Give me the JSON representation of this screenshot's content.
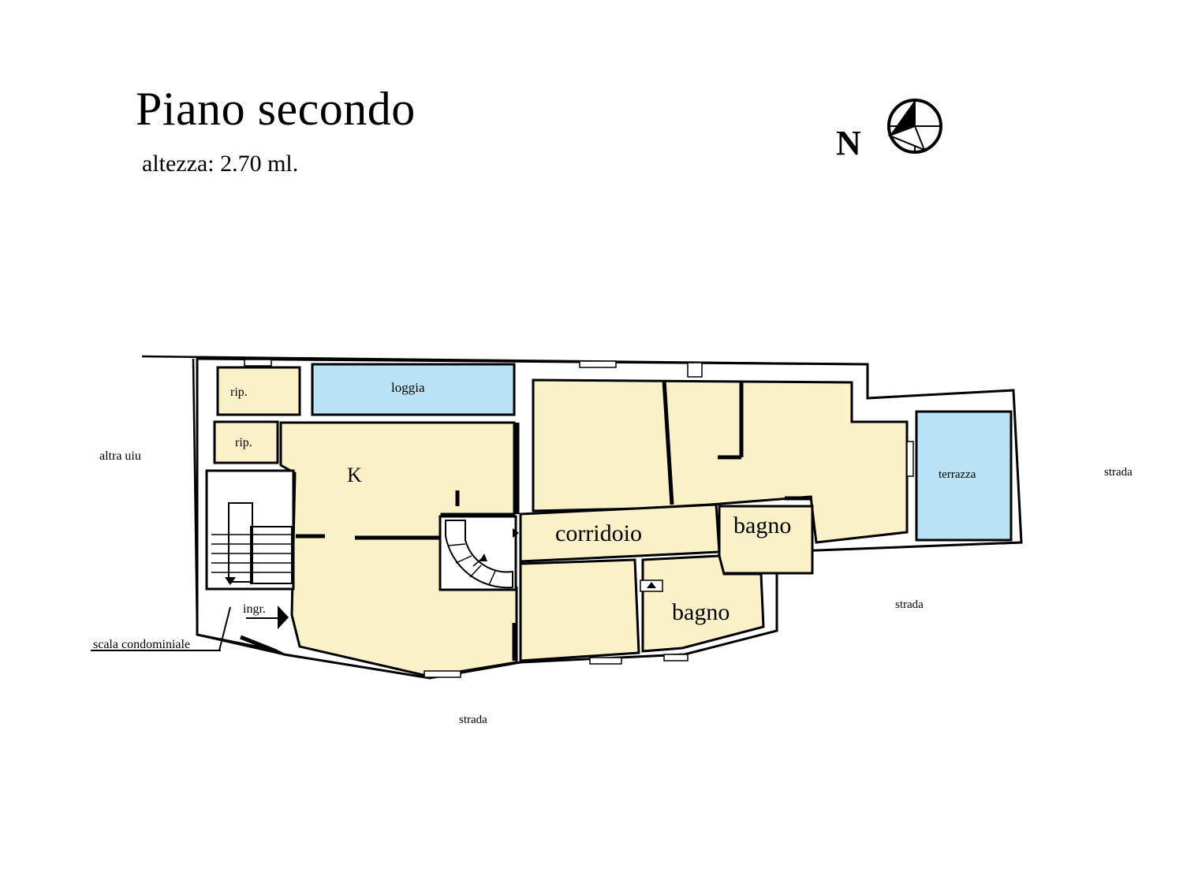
{
  "header": {
    "title": "Piano secondo",
    "subtitle": "altezza: 2.70 ml."
  },
  "compass": {
    "letter": "N",
    "icon": "north-arrow-icon"
  },
  "rooms": {
    "rip1": "rip.",
    "rip2": "rip.",
    "loggia": "loggia",
    "kitchen": "K",
    "corridoio": "corridoio",
    "bagno1": "bagno",
    "bagno2": "bagno",
    "terrazza": "terrazza",
    "ingresso": "ingr."
  },
  "surroundings": {
    "altra_uiu": "altra uiu",
    "strada_east": "strada",
    "strada_mid": "strada",
    "strada_south": "strada",
    "scala": "scala condominiale"
  },
  "colors": {
    "room_fill": "#faf1c8",
    "outdoor_fill": "#b9e3f5",
    "wall": "#000000"
  }
}
